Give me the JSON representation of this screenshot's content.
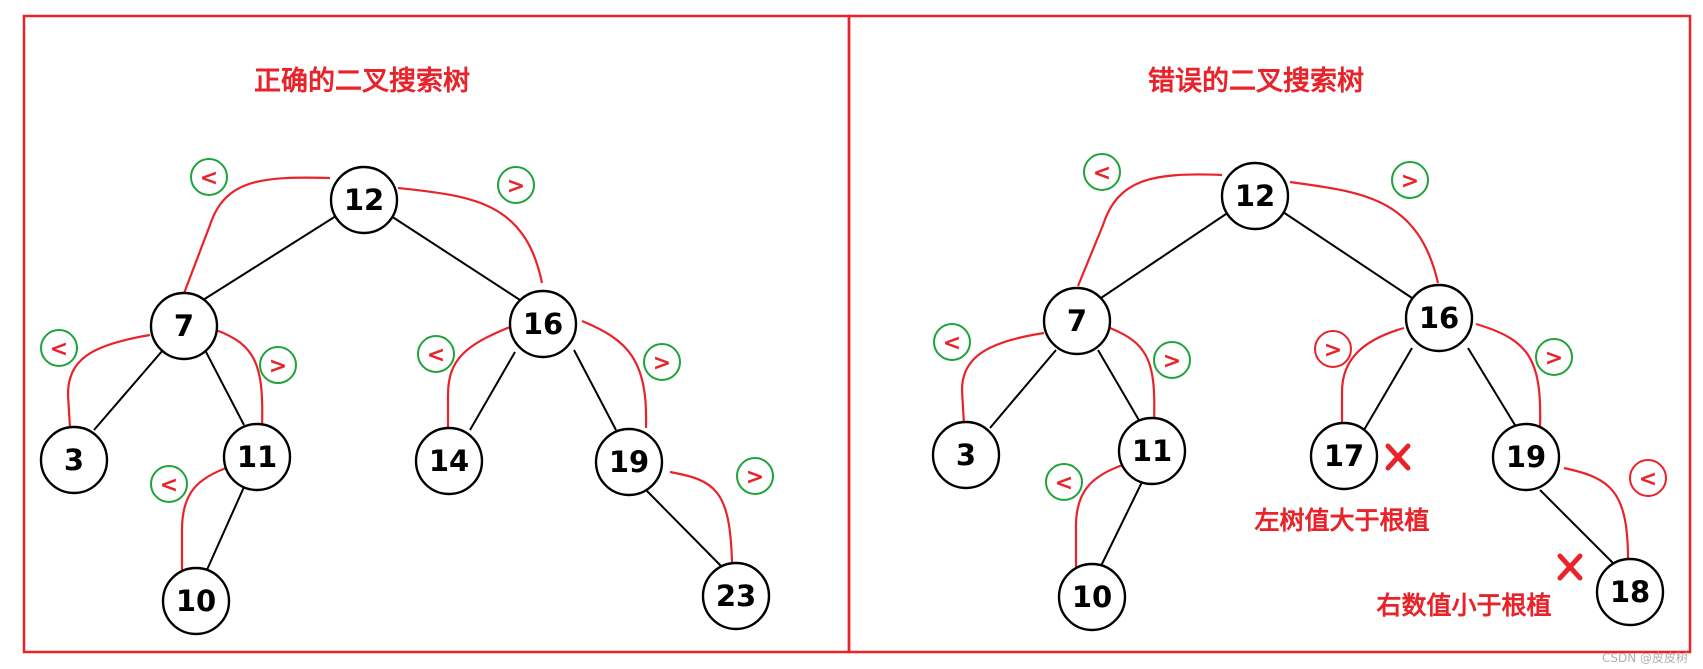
{
  "panels": [
    {
      "id": "left",
      "title": "正确的二叉搜索树",
      "nodes": [
        "12",
        "7",
        "16",
        "3",
        "11",
        "14",
        "19",
        "10",
        "23"
      ],
      "comparisons": [
        "<",
        ">",
        "<",
        ">",
        "<",
        ">",
        "<",
        ">"
      ]
    },
    {
      "id": "right",
      "title": "错误的二叉搜索树",
      "nodes": [
        "12",
        "7",
        "16",
        "3",
        "11",
        "17",
        "19",
        "10",
        "18"
      ],
      "comparisons": [
        "<",
        ">",
        "<",
        ">",
        "<",
        ">",
        ">",
        "<"
      ],
      "notes": [
        "左树值大于根植",
        "右数值小于根植"
      ]
    }
  ],
  "watermark": "CSDN @皮皮树",
  "colors": {
    "accent": "#e8232a",
    "ring_ok": "#1fa33a",
    "ring_bad": "#e8232a",
    "node_stroke": "#000000"
  }
}
